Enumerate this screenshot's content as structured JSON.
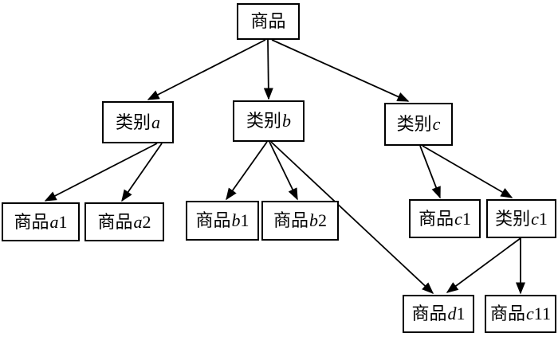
{
  "diagram": {
    "title": "product-category-tree",
    "background_color": "#ffffff",
    "line_color": "#000000",
    "box_border_color": "#000000",
    "nodes": [
      {
        "id": "root",
        "cjk": "商品"
      },
      {
        "id": "cat-a",
        "cjk": "类别",
        "latin": "a"
      },
      {
        "id": "cat-b",
        "cjk": "类别",
        "latin": "b"
      },
      {
        "id": "cat-c",
        "cjk": "类别",
        "latin": "c"
      },
      {
        "id": "prod-a1",
        "cjk": "商品",
        "latin": "a",
        "tail": "1"
      },
      {
        "id": "prod-a2",
        "cjk": "商品",
        "latin": "a",
        "tail": "2"
      },
      {
        "id": "prod-b1",
        "cjk": "商品",
        "latin": "b",
        "tail": "1"
      },
      {
        "id": "prod-b2",
        "cjk": "商品",
        "latin": "b",
        "tail": "2"
      },
      {
        "id": "prod-c1",
        "cjk": "商品",
        "latin": "c",
        "tail": "1"
      },
      {
        "id": "cat-c1",
        "cjk": "类别",
        "latin": "c",
        "tail": "1"
      },
      {
        "id": "prod-d1",
        "cjk": "商品",
        "latin": "d",
        "tail": "1"
      },
      {
        "id": "prod-c11",
        "cjk": "商品",
        "latin": "c",
        "tail": "11"
      }
    ],
    "edges": [
      {
        "from": "root",
        "to": "cat-a"
      },
      {
        "from": "root",
        "to": "cat-b"
      },
      {
        "from": "root",
        "to": "cat-c"
      },
      {
        "from": "cat-a",
        "to": "prod-a1"
      },
      {
        "from": "cat-a",
        "to": "prod-a2"
      },
      {
        "from": "cat-b",
        "to": "prod-b1"
      },
      {
        "from": "cat-b",
        "to": "prod-b2"
      },
      {
        "from": "cat-b",
        "to": "prod-d1"
      },
      {
        "from": "cat-c",
        "to": "prod-c1"
      },
      {
        "from": "cat-c",
        "to": "cat-c1"
      },
      {
        "from": "cat-c1",
        "to": "prod-d1"
      },
      {
        "from": "cat-c1",
        "to": "prod-c11"
      }
    ]
  }
}
